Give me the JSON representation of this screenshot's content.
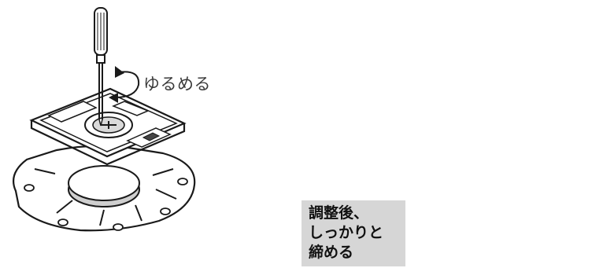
{
  "left_figure": {
    "label": "ゆるめる"
  },
  "right_figure": {
    "callout": {
      "lines": [
        "調整後、",
        "しっかりと",
        "締める"
      ]
    }
  },
  "colors": {
    "line": "#1a1a1a",
    "arrow_gray": "#8a8a8a",
    "callout_bg": "#d6d6d6",
    "shadow": "#bdbdbd"
  },
  "icons": [
    "screwdriver-icon",
    "rotate-arrow-icon",
    "right-arrow-icon",
    "swivel-arrows-icon"
  ]
}
